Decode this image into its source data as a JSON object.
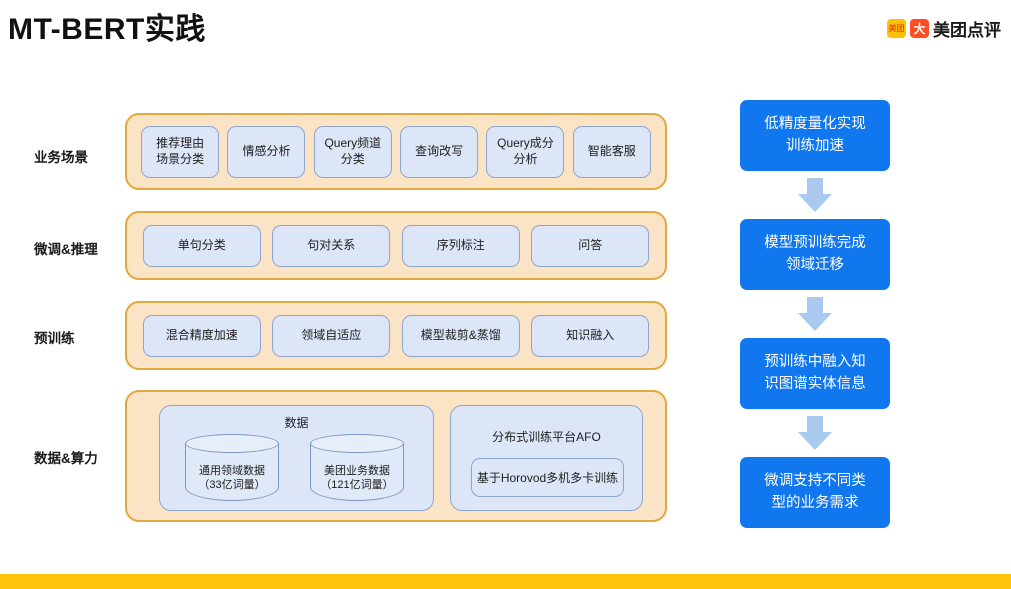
{
  "header": {
    "title": "MT-BERT实践",
    "logo": {
      "mark_a": "美团",
      "mark_b": "大",
      "text": "美团点评"
    }
  },
  "rows": [
    {
      "label": "业务场景",
      "chips": [
        "推荐理由\n场景分类",
        "情感分析",
        "Query频道\n分类",
        "查询改写",
        "Query成分\n分析",
        "智能客服"
      ]
    },
    {
      "label": "微调&推理",
      "chips": [
        "单句分类",
        "句对关系",
        "序列标注",
        "问答"
      ]
    },
    {
      "label": "预训练",
      "chips": [
        "混合精度加速",
        "领域自适应",
        "模型裁剪&蒸馏",
        "知识融入"
      ]
    },
    {
      "label": "数据&算力",
      "data_panel": {
        "title": "数据",
        "cylinders": [
          "通用领域数据\n（33亿词量）",
          "美团业务数据\n（121亿词量）"
        ]
      },
      "afo_panel": {
        "title": "分布式训练平台AFO",
        "sub_box": "基于Horovod多机多卡训练"
      }
    }
  ],
  "flow": {
    "steps": [
      "低精度量化实现\n训练加速",
      "模型预训练完成\n领域迁移",
      "预训练中融入知\n识图谱实体信息",
      "微调支持不同类\n型的业务需求"
    ]
  },
  "colors": {
    "band_fill": "#FBE3C6",
    "band_border": "#E0A93B",
    "chip_fill": "#DCE6F7",
    "chip_border": "#8FA6CC",
    "flow_box": "#1177EE",
    "flow_arrow": "#A9C9EE",
    "footer_bar": "#FFC40D"
  }
}
